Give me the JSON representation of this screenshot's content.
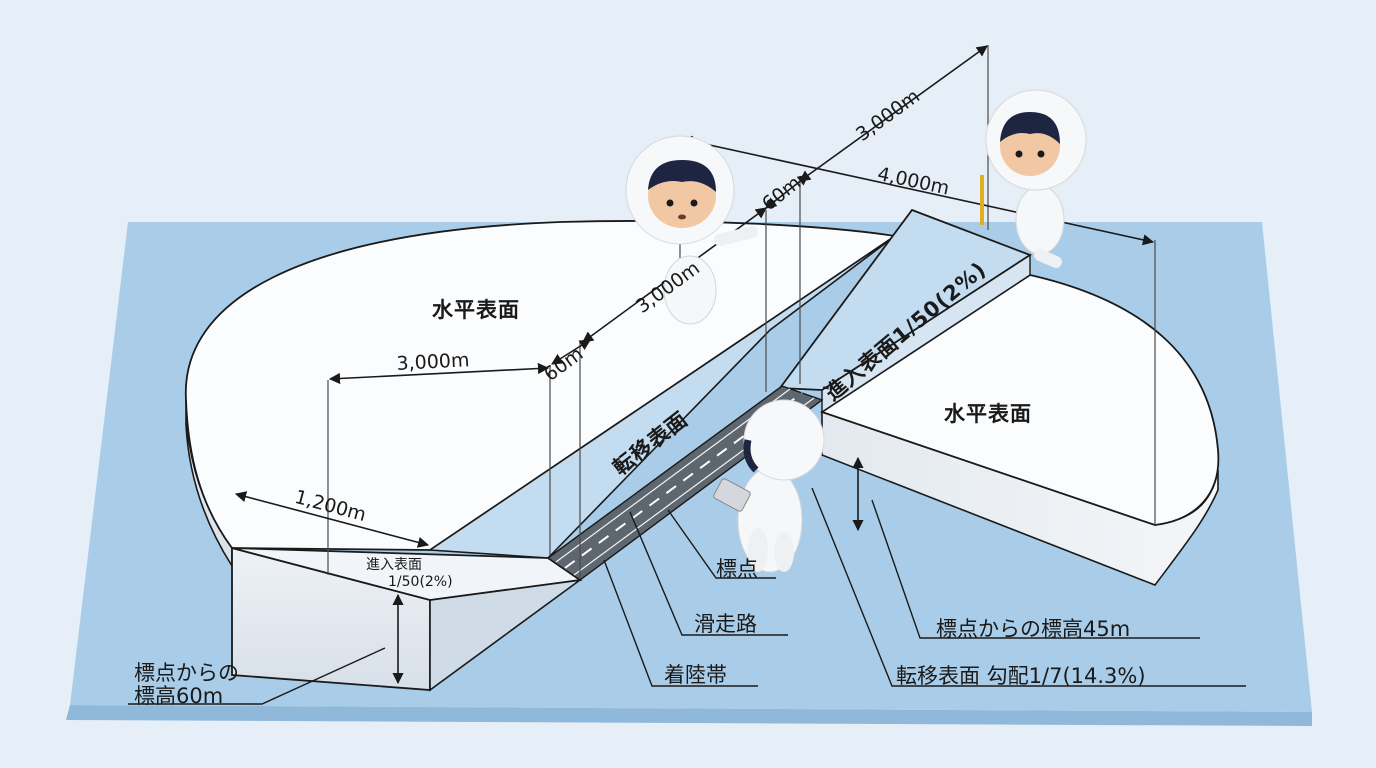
{
  "labels": {
    "horizontal_surface_left": "水平表面",
    "horizontal_surface_right": "水平表面",
    "transitional_surface": "転移表面",
    "approach_surface_rear": "進入表面1/50(2%)",
    "approach_surface_front_title": "進入表面",
    "approach_surface_front_slope": "1/50(2%)"
  },
  "dimensions": {
    "dim_3000_left": "3,000m",
    "dim_60_left": "60m",
    "dim_3000_center": "3,000m",
    "dim_60_top": "60m",
    "dim_3000_top": "3,000m",
    "dim_4000": "4,000m",
    "dim_1200": "1,200m"
  },
  "callouts": {
    "reference_point": "標点",
    "runway": "滑走路",
    "landing_strip": "着陸帯",
    "elevation_60_line1": "標点からの",
    "elevation_60_line2": "標高60m",
    "elevation_45": "標点からの標高45m",
    "transitional_gradient": "転移表面 勾配1/7(14.3%)"
  },
  "colors": {
    "background": "#e6eef7",
    "base": "#a9cde9",
    "surface": "#fbfcfd",
    "transition": "#c4dcf0",
    "line": "#1a1a1a"
  }
}
